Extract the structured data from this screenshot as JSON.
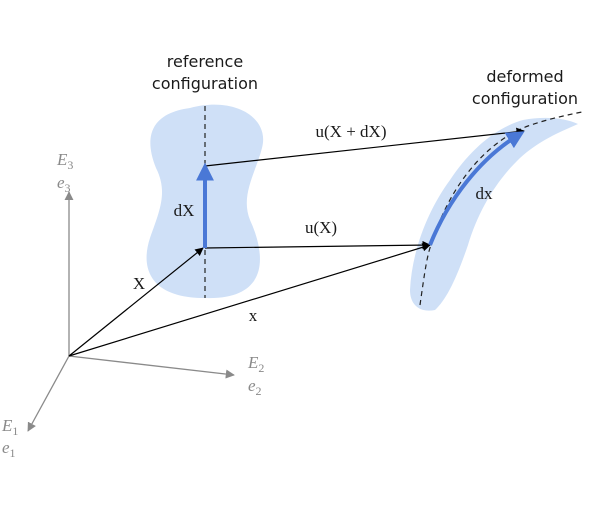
{
  "colors": {
    "region_fill": "#cfe0f7",
    "element_arrow": "#4a78d6",
    "vector_arrow": "#000000",
    "axis_gray": "#8a8a8a",
    "text": "#1a1a1a"
  },
  "labels": {
    "reference_configuration_line1": "reference",
    "reference_configuration_line2": "configuration",
    "deformed_configuration_line1": "deformed",
    "deformed_configuration_line2": "configuration",
    "displacement_dX": "u(X + dX)",
    "displacement_X": "u(X)",
    "position_X": "X",
    "position_x": "x",
    "element_dX": "dX",
    "element_dx": "dx"
  },
  "axes": {
    "axis3": {
      "E": "E",
      "e": "e",
      "sub": "3"
    },
    "axis2": {
      "E": "E",
      "e": "e",
      "sub": "2"
    },
    "axis1": {
      "E": "E",
      "e": "e",
      "sub": "1"
    }
  }
}
